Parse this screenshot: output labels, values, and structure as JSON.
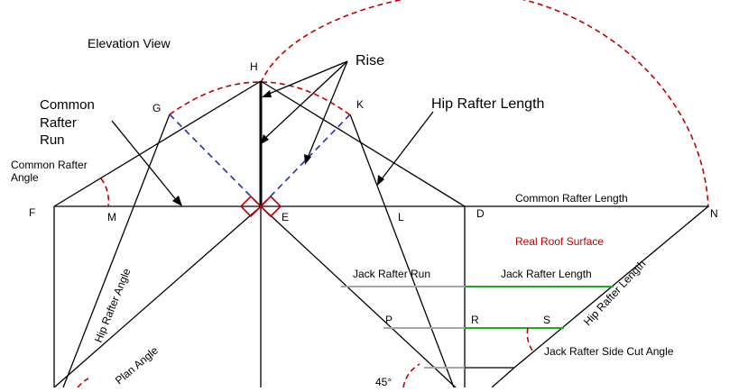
{
  "diagram": {
    "points": {
      "F": "F",
      "M": "M",
      "E": "E",
      "L": "L",
      "D": "D",
      "N": "N",
      "G": "G",
      "H": "H",
      "K": "K",
      "P": "P",
      "R": "R",
      "S": "S"
    },
    "labels": {
      "elevation_view": "Elevation View",
      "rise": "Rise",
      "hip_rafter_length": "Hip Rafter Length",
      "common_rafter_run_1": "Common",
      "common_rafter_run_2": "Rafter",
      "common_rafter_run_3": "Run",
      "common_rafter_angle_1": "Common Rafter",
      "common_rafter_angle_2": "Angle",
      "common_rafter_length": "Common Rafter Length",
      "real_roof_surface": "Real Roof Surface",
      "jack_rafter_run": "Jack Rafter Run",
      "jack_rafter_length": "Jack Rafter Length",
      "hip_rafter_length_rotated": "Hip Rafter Length",
      "jack_rafter_side_cut_angle": "Jack Rafter Side Cut Angle",
      "hip_rafter_angle": "Hip Rafter Angle",
      "plan_angle": "Plan Angle",
      "forty_five": "45°"
    },
    "colors": {
      "lines": "#000000",
      "arcs": "#c00000",
      "perpendiculars": "#1f2fb0",
      "jack_run_lines": "#a6a6a6",
      "jack_length_lines": "#22aa22",
      "real_roof_surface_text": "#c00000"
    }
  }
}
